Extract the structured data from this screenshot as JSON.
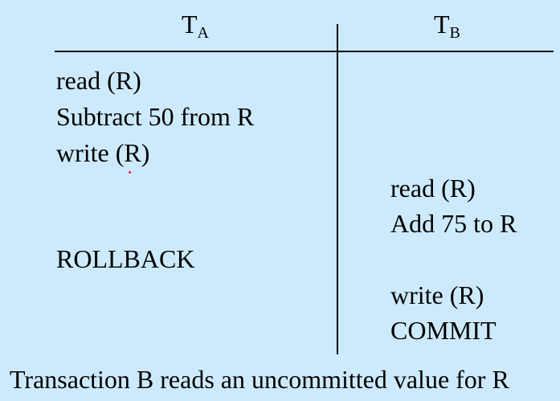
{
  "table": {
    "headers": [
      {
        "base": "T",
        "sub": "A"
      },
      {
        "base": "T",
        "sub": "B"
      }
    ],
    "col_a_steps": {
      "read_r": "read (R)",
      "subtract": "Subtract 50 from R",
      "write_r": "write (R)",
      "rollback": "ROLLBACK"
    },
    "col_b_steps": {
      "read_r": "read (R)",
      "add": "Add 75 to R",
      "write_r": "write (R)",
      "commit": "COMMIT"
    }
  },
  "caption": "Transaction B reads an uncommitted value for R",
  "colors": {
    "background": "#cdeafd",
    "text": "#000000",
    "lines": "#000000",
    "dot": "#e02020"
  }
}
